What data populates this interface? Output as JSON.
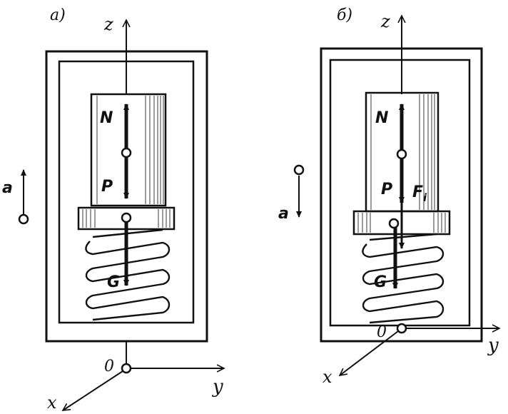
{
  "panels": [
    {
      "id": "a",
      "caption": "а)",
      "axes": {
        "z": "z",
        "y": "y",
        "x": "x",
        "origin": "0"
      },
      "forces": {
        "N": "N",
        "P": "P",
        "G": "G"
      },
      "acceleration": {
        "label": "a",
        "direction": "up"
      }
    },
    {
      "id": "b",
      "caption": "б)",
      "axes": {
        "z": "z",
        "y": "y",
        "x": "x",
        "origin": "0"
      },
      "forces": {
        "N": "N",
        "P": "P",
        "G": "G",
        "Fi": "F",
        "Fi_sub": "i"
      },
      "acceleration": {
        "label": "a",
        "direction": "down"
      }
    }
  ]
}
